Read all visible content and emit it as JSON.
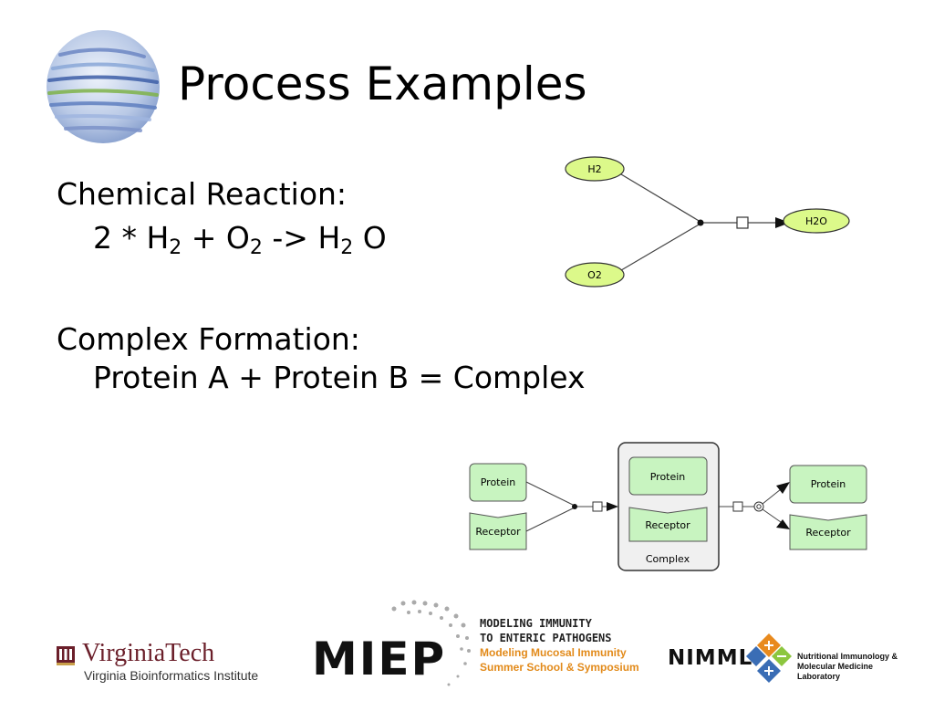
{
  "slide": {
    "title": "Process Examples"
  },
  "sections": {
    "chemical": {
      "heading": "Chemical Reaction:",
      "formula": {
        "coef": "2 * H",
        "sub1": "2",
        "plus": " + O",
        "sub2": "2",
        "arrow": " -> H",
        "sub3": "2",
        "tail": " O"
      }
    },
    "complex": {
      "heading": "Complex Formation:",
      "equation": "Protein A + Protein B = Complex"
    }
  },
  "reaction_diagram": {
    "nodes": {
      "h2": "H2",
      "o2": "O2",
      "h2o": "H2O"
    },
    "colors": {
      "node_fill": "#dcf98a",
      "node_stroke": "#333333"
    }
  },
  "complex_diagram": {
    "left": {
      "protein": "Protein",
      "receptor": "Receptor"
    },
    "complex": {
      "protein": "Protein",
      "receptor": "Receptor",
      "label": "Complex"
    },
    "right": {
      "protein": "Protein",
      "receptor": "Receptor"
    },
    "colors": {
      "node_fill": "#c8f4c0",
      "complex_fill": "#f0f0f0"
    }
  },
  "footer": {
    "virginia_tech": {
      "name": "VirginiaTech",
      "institute": "Virginia Bioinformatics Institute"
    },
    "miep": {
      "acronym": "MIEP",
      "line1": "MODELING IMMUNITY",
      "line2": "TO ENTERIC PATHOGENS",
      "line3": "Modeling Mucosal Immunity",
      "line4": "Summer School & Symposium"
    },
    "nimml": {
      "acronym": "NIMML",
      "line1": "Nutritional Immunology &",
      "line2": "Molecular Medicine Laboratory"
    }
  }
}
